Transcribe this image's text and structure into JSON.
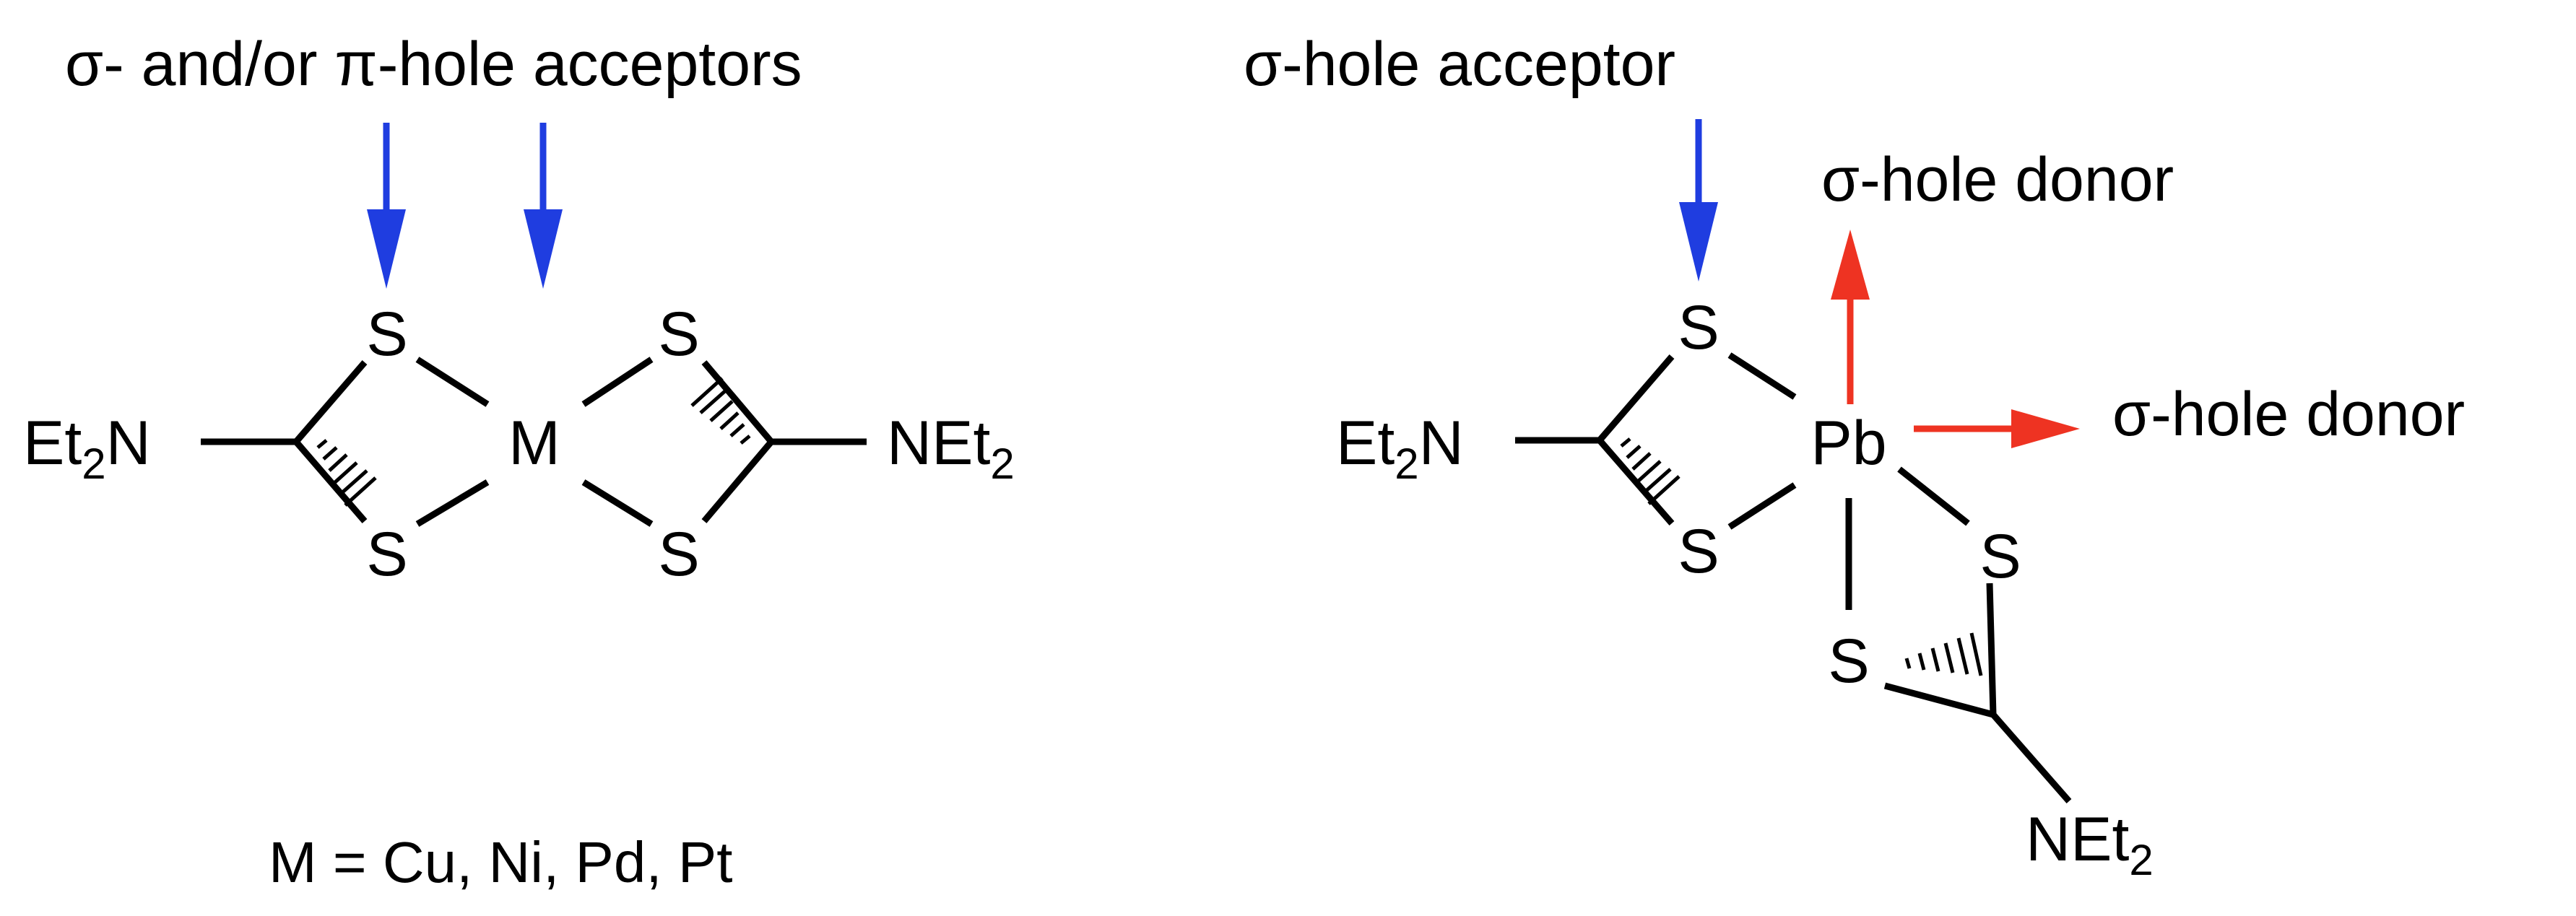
{
  "left_panel": {
    "title": "σ- and/or π-hole acceptors",
    "atoms": {
      "et2n": "Et",
      "et2n_sub": "2",
      "et2n_tail": "N",
      "s_top_left": "S",
      "s_bottom_left": "S",
      "metal": "M",
      "s_top_right": "S",
      "s_bottom_right": "S",
      "net2": "NEt",
      "net2_sub": "2"
    },
    "caption": "M = Cu, Ni, Pd, Pt"
  },
  "right_panel": {
    "acceptor_label": "σ-hole acceptor",
    "donor_label_top": "σ-hole donor",
    "donor_label_right": "σ-hole donor",
    "atoms": {
      "et2n": "Et",
      "et2n_sub": "2",
      "et2n_tail": "N",
      "s_top": "S",
      "s_bottom": "S",
      "lead": "Pb",
      "s_right": "S",
      "s_lower": "S",
      "net2": "NEt",
      "net2_sub": "2"
    }
  },
  "colors": {
    "acceptor_arrow": "#1f3de0",
    "donor_arrow": "#ee3322",
    "bond": "#000000"
  }
}
